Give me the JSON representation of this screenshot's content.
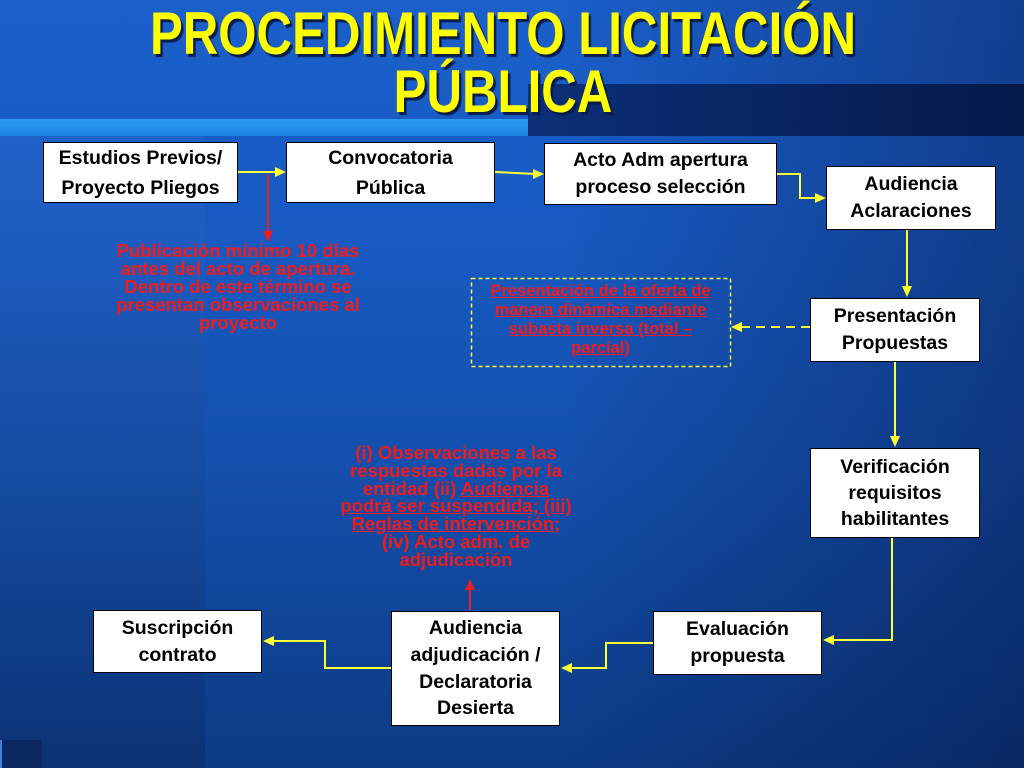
{
  "slide": {
    "title": [
      "PROCEDIMIENTO LICITACIÓN",
      "PÚBLICA"
    ]
  },
  "colors": {
    "title": "#ffff00",
    "arrow": "#ffff33",
    "note": "#ee1c1c",
    "box_fill": "#ffffff",
    "box_text": "#000000"
  },
  "steps": [
    {
      "lines": [
        "Estudios Previos/",
        "Proyecto Pliegos"
      ]
    },
    {
      "lines": [
        "Convocatoria",
        "Pública"
      ]
    },
    {
      "lines": [
        "Acto Adm apertura",
        "proceso selección"
      ]
    },
    {
      "lines": [
        "Audiencia",
        "Aclaraciones"
      ]
    },
    {
      "lines": [
        "Presentación",
        "Propuestas"
      ]
    },
    {
      "lines": [
        "Verificación",
        "requisitos",
        "habilitantes"
      ]
    },
    {
      "lines": [
        "Evaluación",
        "propuesta"
      ]
    },
    {
      "lines": [
        "Audiencia",
        "adjudicación /",
        "Declaratoria",
        "Desierta"
      ]
    },
    {
      "lines": [
        "Suscripción",
        "contrato"
      ]
    }
  ],
  "notes": {
    "publicacion": [
      "Publicación mínimo 10 días",
      "antes del acto de apertura.",
      "Dentro de este término se",
      "presentan observaciones al",
      "proyecto"
    ],
    "subasta": [
      "Presentación de la oferta de",
      "manera dinámica mediante",
      "subasta inversa (total –",
      "parcial)"
    ],
    "adjudicacion": [
      [
        "(i) Observaciones a las"
      ],
      [
        "respuestas dadas por la"
      ],
      [
        "entidad (ii)",
        "Audiencia"
      ],
      [
        "podrá ser suspendida; (iii)"
      ],
      [
        "Reglas de intervención;"
      ],
      [
        "(iv) Acto adm. de"
      ],
      [
        "adjudicación"
      ]
    ]
  }
}
